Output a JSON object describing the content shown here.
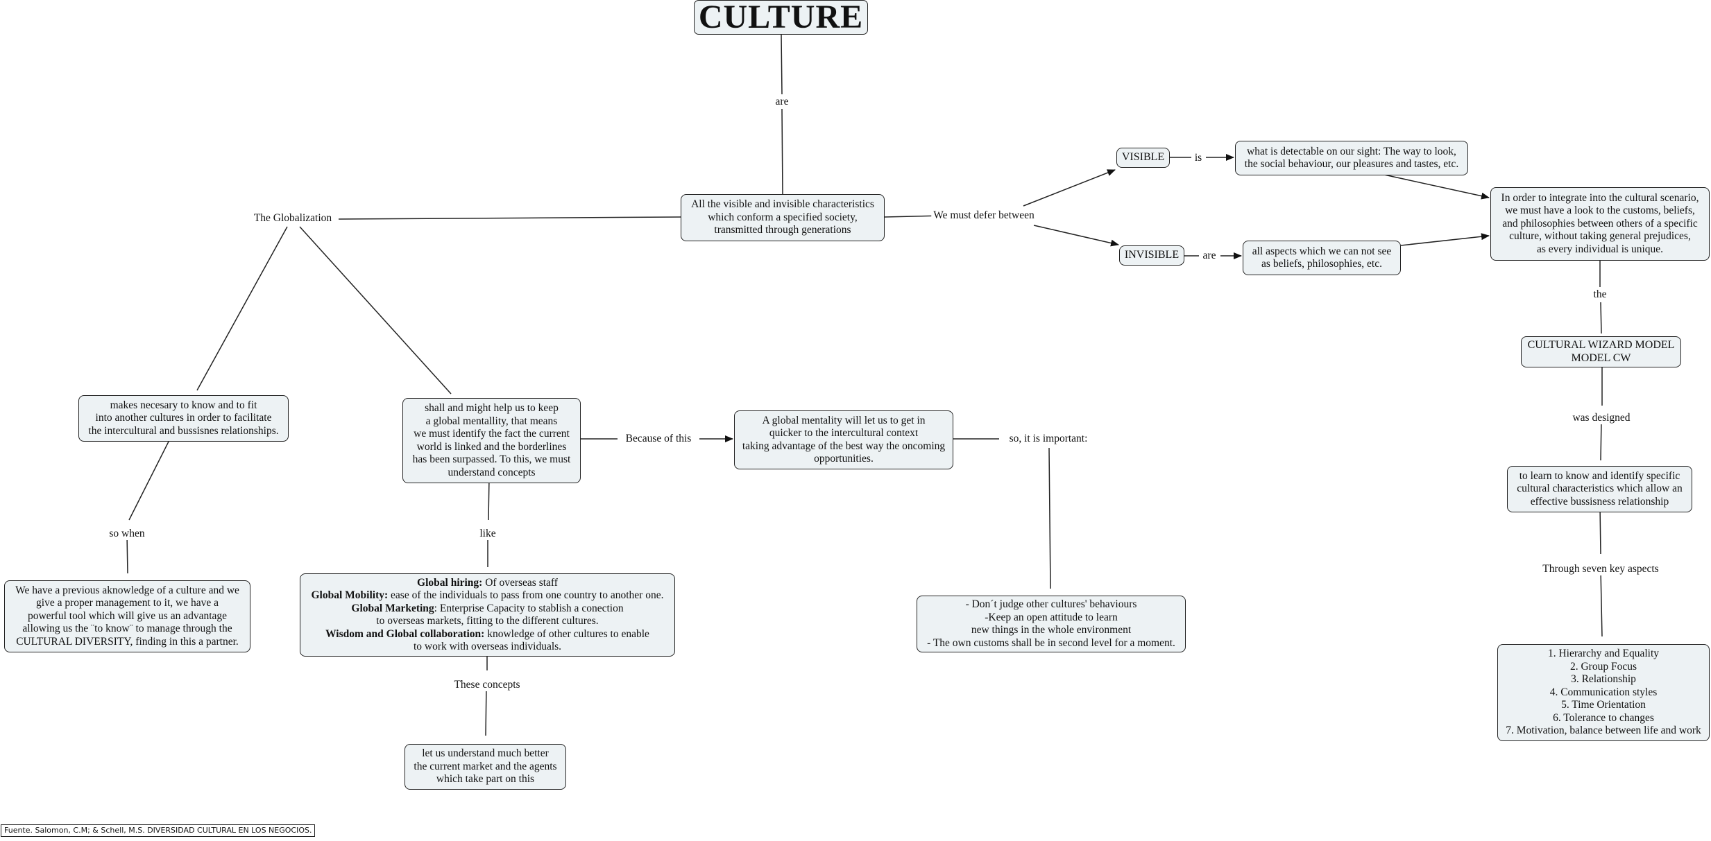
{
  "title": "CULTURE",
  "nodes": {
    "definition": "All the visible and invisible characteristics\nwhich conform a specified society,\ntransmitted through generations",
    "visible": "VISIBLE",
    "invisible": "INVISIBLE",
    "visible_desc": "what is detectable on our sight: The way to look,\nthe social behaviour, our pleasures and tastes, etc.",
    "invisible_desc": "all aspects which we can not see\nas beliefs, philosophies, etc.",
    "integrate": "In order to integrate into the cultural scenario,\nwe must have a look to the customs, beliefs,\nand philosophies between others of a specific\nculture, without taking general prejudices,\nas every individual is unique.",
    "cw_model": "CULTURAL WIZARD MODEL\nMODEL CW",
    "learn": "to learn to know and identify specific\ncultural characteristics which allow an\neffective bussisness relationship",
    "aspects": [
      "1. Hierarchy and Equality",
      "2. Group Focus",
      "3. Relationship",
      "4. Communication styles",
      "5. Time Orientation",
      "6. Tolerance to changes",
      "7. Motivation, balance between life and work"
    ],
    "makes_necessary": "makes necesary to know and to fit\ninto another cultures in order to facilitate\nthe intercultural and bussisnes relationships.",
    "previous_knowledge": "We have a previous aknowledge of a culture and we\ngive a proper management to it, we have a\npowerful tool which will give us an advantage\nallowing us the ¨to know¨ to manage through the\nCULTURAL DIVERSITY, finding in this a partner.",
    "global_mentality_help": "shall and might help us to keep\na global mentallity, that means\nwe must identify the fact the current\nworld is linked and the borderlines\nhas been surpassed.  To this, we must\nunderstand concepts",
    "global_mentality": "A global mentality will let us to get in\nquicker to the intercultural context\ntaking advantage of the best way the oncoming\nopportunities.",
    "concepts": [
      {
        "term": "Global hiring:",
        "desc": " Of overseas staff"
      },
      {
        "term": "Global Mobility:",
        "desc": " ease of the individuals to pass from one country to another one."
      },
      {
        "term": "Global Marketing",
        "desc": ": Enterprise Capacity to stablish a conection"
      },
      {
        "term": "",
        "desc": "to overseas markets, fitting to the different cultures."
      },
      {
        "term": "Wisdom and Global collaboration:",
        "desc": " knowledge of other cultures to enable"
      },
      {
        "term": "",
        "desc": "to work with overseas individuals."
      }
    ],
    "understand_market": "let us understand much better\nthe current market and the agents\nwhich take part on this",
    "important": "- Don´t judge other cultures' behaviours\n-Keep an open attitude to learn\nnew things in the whole environment\n- The own customs shall be in second level for a moment."
  },
  "links": {
    "are_top": "are",
    "globalization": "The Globalization",
    "defer": "We must defer between",
    "is": "is",
    "are_invisible": "are",
    "the": "the",
    "was_designed": "was designed",
    "seven_aspects": "Through seven key aspects",
    "so_when": "so when",
    "because": "Because of this",
    "important": "so, it is important:",
    "like": "like",
    "these_concepts": "These concepts"
  },
  "footer": "Fuente. Salomon, C.M; & Schell, M.S. DIVERSIDAD CULTURAL EN LOS NEGOCIOS."
}
